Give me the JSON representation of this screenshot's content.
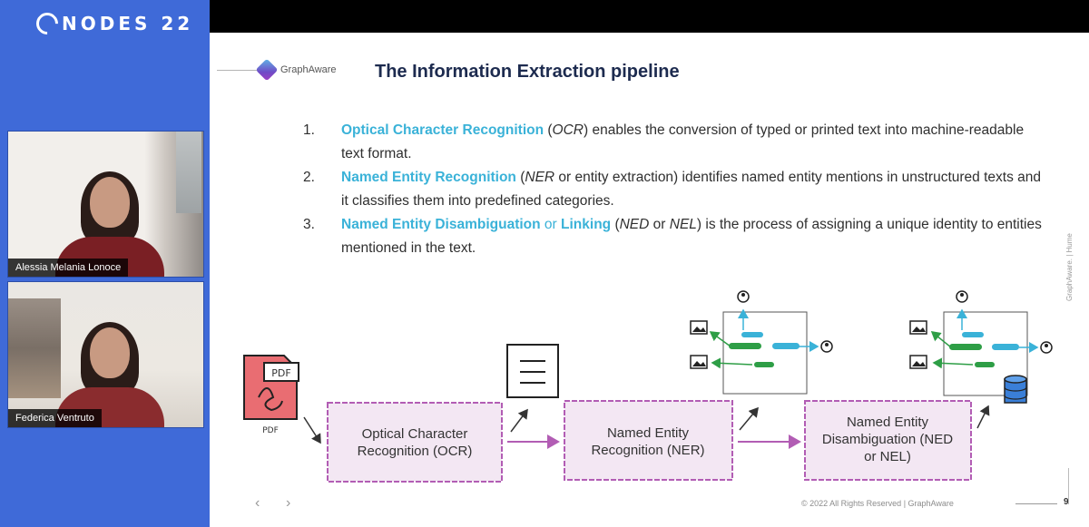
{
  "conference": {
    "brand": "NODES 22",
    "brand_ring_char": "",
    "brand_rest": "NODES 22"
  },
  "participants": [
    {
      "name": "Alessia Melania Lonoce"
    },
    {
      "name": "Federica Ventruto"
    }
  ],
  "slide": {
    "logo_text": "GraphAware",
    "title": "The Information Extraction pipeline",
    "items": [
      {
        "num": "1.",
        "term": "Optical Character Recognition",
        "abbr_open": " (",
        "abbr": "OCR",
        "rest": ") enables the conversion of typed or printed text into machine-readable text format."
      },
      {
        "num": "2.",
        "term": "Named Entity Recognition",
        "abbr_open": " (",
        "abbr": "NER",
        "rest": " or entity extraction) identifies named entity mentions in unstructured texts and it classifies them into predefined categories."
      },
      {
        "num": "3.",
        "term": "Named Entity Disambiguation",
        "or_word": " or ",
        "term2": "Linking",
        "abbr_open": " (",
        "abbr": "NED",
        "or2": " or ",
        "abbr2": "NEL",
        "rest": ") is the process of assigning a unique identity to entities mentioned in the text."
      }
    ],
    "diagram": {
      "pdf_label": "PDF",
      "pdf_caption": "PDF",
      "box1": [
        "Optical Character",
        "Recognition (OCR)"
      ],
      "box2": [
        "Named Entity",
        "Recognition (NER)"
      ],
      "box3": [
        "Named Entity",
        "Disambiguation (NED",
        "or NEL)"
      ]
    },
    "footer": "© 2022 All Rights Reserved  |  GraphAware",
    "page_number": "9",
    "side_brand": "GraphAware.  |  Hume",
    "nav_prev": "‹",
    "nav_next": "›",
    "colors": {
      "accent_blue": "#3ab2d8",
      "title_navy": "#1d2b4f",
      "box_purple": "#b25db4",
      "box_fill": "#f3e7f3",
      "green": "#2e9e46",
      "pdf_red": "#e96d72"
    }
  }
}
